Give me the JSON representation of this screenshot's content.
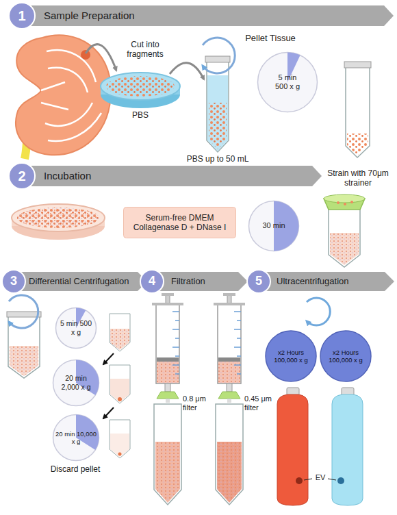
{
  "diagram": {
    "nodes": [
      {
        "text": [
          "1"
        ]
      },
      {
        "text": [
          "Sample Preparation"
        ]
      },
      {
        "text": [
          "5 min 500 x g"
        ]
      },
      {
        "text": [
          "2"
        ]
      },
      {
        "text": [
          "Incubation"
        ]
      },
      {
        "text": [
          "Serum-free DMEM Collagenase D + DNase I"
        ]
      },
      {
        "text": [
          "30 min"
        ]
      },
      {
        "text": [
          "3"
        ]
      },
      {
        "text": [
          "Differential Centrifugation"
        ]
      },
      {
        "text": [
          "4"
        ]
      },
      {
        "text": [
          "Filtration"
        ]
      },
      {
        "text": [
          "5"
        ]
      },
      {
        "text": [
          "Ultracentrifugation"
        ]
      },
      {
        "text": [
          "5 min 500 x g"
        ]
      },
      {
        "text": [
          "20 min 2,000 x g"
        ]
      },
      {
        "text": [
          "20 min 10,000 x g"
        ]
      },
      {
        "text": [
          "x2 Hours 100,000 x g"
        ]
      },
      {
        "text": [
          "x2 Hours 100,000 x g"
        ]
      }
    ],
    "labels": [
      "Pellet Tissue",
      "Cut into fragments",
      "PBS",
      "PBS up to 50 mL",
      "Strain with 70μm strainer",
      "Discard pellet",
      "0.8 μm filter",
      "0.45 μm filter",
      "EV"
    ]
  }
}
